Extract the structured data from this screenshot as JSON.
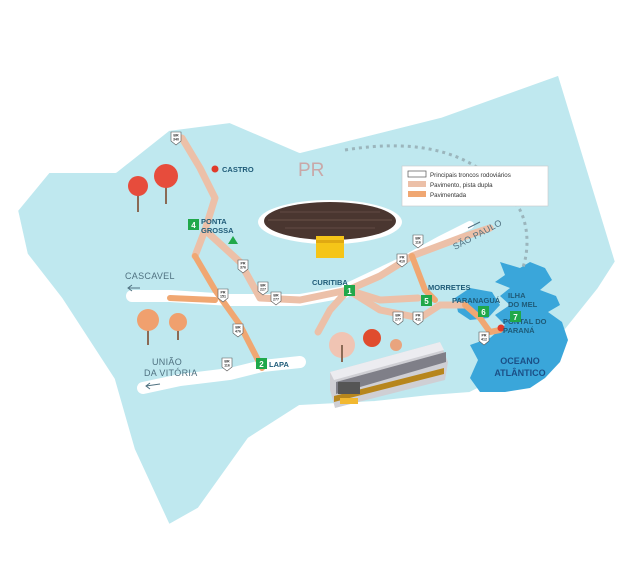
{
  "colors": {
    "land": "#bfe8ef",
    "ocean": "#3aa6da",
    "road_double": "#ecc0a8",
    "road_paved": "#f0a772",
    "road_main": "#ffffff",
    "badge": "#20a84a",
    "accent_red": "#e03a2a"
  },
  "state_label": "PR",
  "legend": {
    "items": [
      {
        "label": "Principais troncos rodoviários",
        "swatch": "#ffffff"
      },
      {
        "label": "Pavimento, pista dupla",
        "swatch": "#ecc0a8"
      },
      {
        "label": "Pavimentada",
        "swatch": "#f0a772"
      }
    ]
  },
  "direction_labels": {
    "sao_paulo": "SÃO PAULO",
    "cascavel": "CASCAVEL",
    "uniao_line1": "UNIÃO",
    "uniao_line2": "DA VITÓRIA"
  },
  "cities": {
    "castro": "CASTRO",
    "ponta_grossa_1": "PONTA",
    "ponta_grossa_2": "GROSSA",
    "curitiba": "CURITIBA",
    "morretes": "MORRETES",
    "paranagua": "PARANAGUÁ",
    "ilha_1": "ILHA",
    "ilha_2": "DO MEL",
    "pontal_1": "PONTAL DO",
    "pontal_2": "PARANÁ",
    "lapa": "LAPA"
  },
  "badges": {
    "curitiba": "1",
    "lapa": "2",
    "ponta_grossa": "4",
    "morretes": "5",
    "paranagua": "6",
    "ilha_do_mel": "7"
  },
  "ocean": {
    "line1": "OCEANO",
    "line2": "ATLÂNTICO"
  },
  "highways": {
    "north": "BR\n340",
    "ponta_grossa_e": "PR\n376",
    "mid_left": "PR\n151",
    "mid_center": "BR\n277",
    "north_east": "BR\n116",
    "north_east_2": "PR\n410",
    "lower_left": "BR\n476",
    "lower_left_2": "BR\n227",
    "lapa_s": "BR\n116",
    "morretes_s": "BR\n277",
    "curitiba_s": "PR\n411",
    "pontal": "PR\n412"
  },
  "illustrations": {
    "monument": "oscar-niemeyer-museum",
    "train": "train",
    "trees": "trees"
  }
}
